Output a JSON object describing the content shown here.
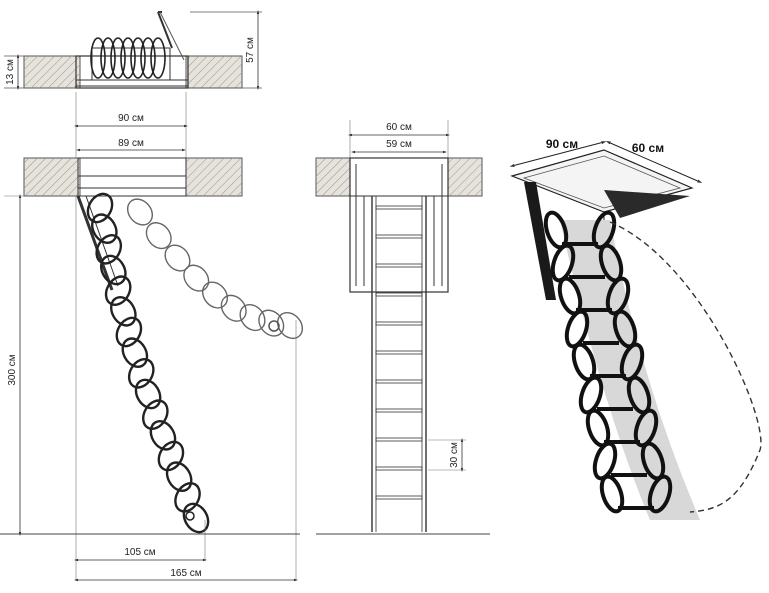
{
  "labels": {
    "folded_height": "57 см",
    "frame_depth": "13 см",
    "opening_width_outer": "90 см",
    "opening_width_inner": "89 см",
    "front_width_outer": "60 см",
    "front_width_inner": "59 см",
    "max_height": "300 см",
    "step_spacing": "30 см",
    "reach_near": "105 см",
    "reach_far": "165 см",
    "iso_width": "90 см",
    "iso_depth": "60 см"
  },
  "colors": {
    "line": "#333333",
    "wall_fill": "#e6e2dc",
    "hatch": "#9a948c",
    "metal_dark": "#1a1a1a",
    "shadow": "#cfcfcf"
  }
}
